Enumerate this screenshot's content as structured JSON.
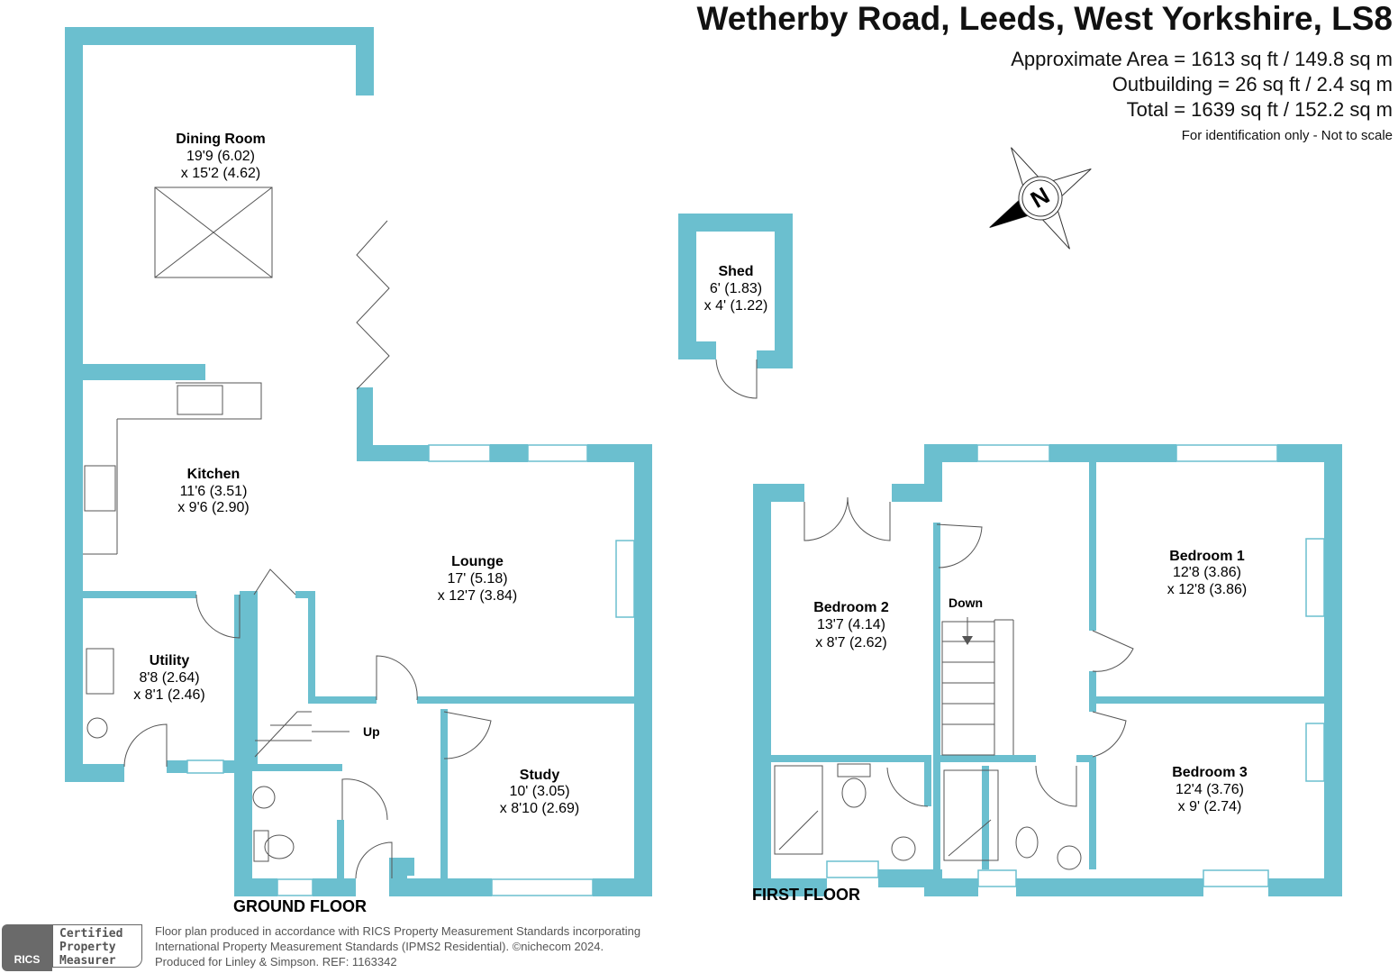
{
  "header": {
    "title": "Wetherby Road, Leeds, West Yorkshire, LS8",
    "approx_area": "Approximate Area = 1613 sq ft / 149.8 sq m",
    "outbuilding": "Outbuilding = 26 sq ft / 2.4 sq m",
    "total": "Total = 1639 sq ft / 152.2 sq m",
    "note": "For identification only - Not to scale"
  },
  "colors": {
    "wall": "#6bbfcf"
  },
  "compass": {
    "label": "N"
  },
  "floors": {
    "ground": "GROUND FLOOR",
    "first": "FIRST FLOOR"
  },
  "rooms": {
    "dining": {
      "name": "Dining Room",
      "d1": "19'9 (6.02)",
      "d2": "x 15'2 (4.62)"
    },
    "kitchen": {
      "name": "Kitchen",
      "d1": "11'6 (3.51)",
      "d2": "x 9'6 (2.90)"
    },
    "lounge": {
      "name": "Lounge",
      "d1": "17' (5.18)",
      "d2": "x 12'7 (3.84)"
    },
    "utility": {
      "name": "Utility",
      "d1": "8'8 (2.64)",
      "d2": "x 8'1 (2.46)"
    },
    "study": {
      "name": "Study",
      "d1": "10' (3.05)",
      "d2": "x 8'10 (2.69)"
    },
    "shed": {
      "name": "Shed",
      "d1": "6' (1.83)",
      "d2": "x 4' (1.22)"
    },
    "bed1": {
      "name": "Bedroom 1",
      "d1": "12'8 (3.86)",
      "d2": "x 12'8 (3.86)"
    },
    "bed2": {
      "name": "Bedroom 2",
      "d1": "13'7 (4.14)",
      "d2": "x 8'7 (2.62)"
    },
    "bed3": {
      "name": "Bedroom 3",
      "d1": "12'4 (3.76)",
      "d2": "x 9' (2.74)"
    }
  },
  "stairs": {
    "up": "Up",
    "down": "Down"
  },
  "footer": {
    "rics": "RICS",
    "cert": [
      "Certified",
      "Property",
      "Measurer"
    ],
    "line1": "Floor plan produced in accordance with RICS Property Measurement Standards incorporating",
    "line2": "International Property Measurement Standards (IPMS2 Residential).   ©nichecom 2024.",
    "line3": "Produced for Linley & Simpson.   REF: 1163342"
  }
}
